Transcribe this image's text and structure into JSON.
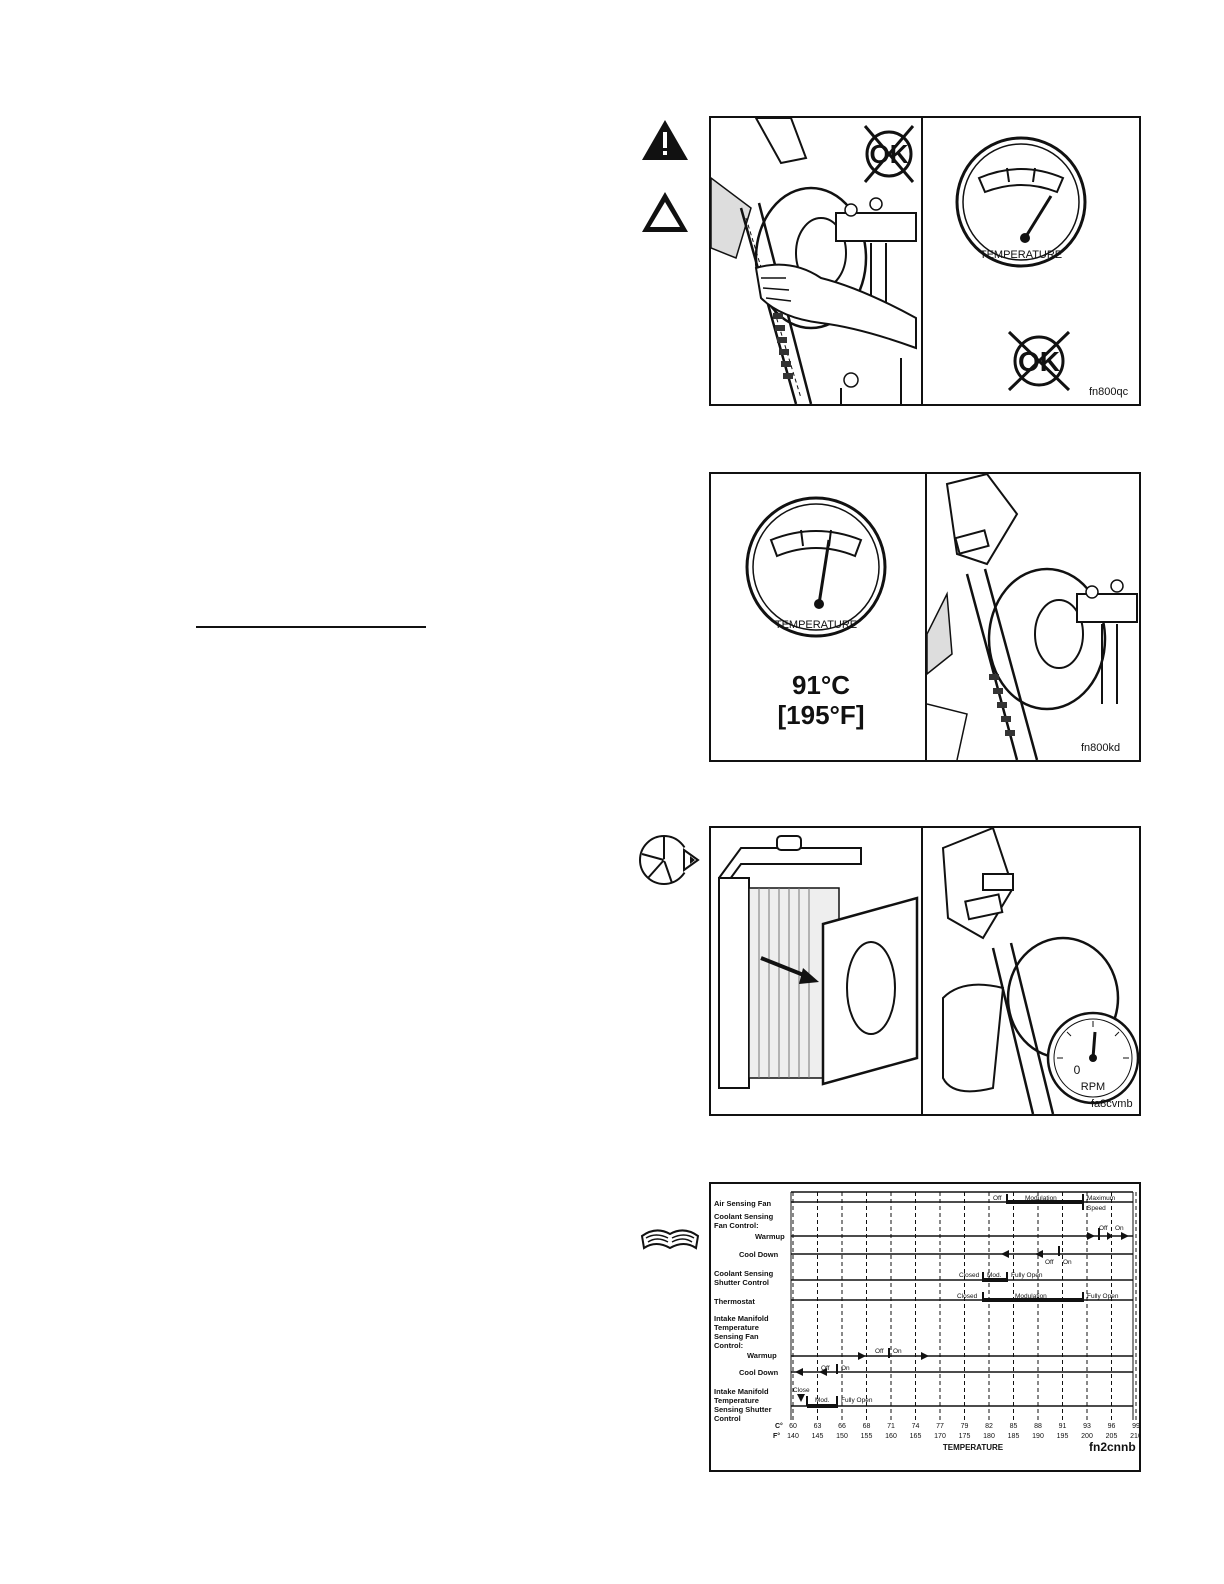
{
  "icons": {
    "warning_filled": "warning-triangle-filled-icon",
    "caution_outline": "caution-triangle-outline-icon",
    "service_interval": "service-interval-pie-icon",
    "reference_book": "open-book-icon"
  },
  "figure1": {
    "gauge_label": "TEMPERATURE",
    "not_ok_text": "OK",
    "code": "fn800qc"
  },
  "figure2": {
    "gauge_label": "TEMPERATURE",
    "temp_c": "91°C",
    "temp_f": "[195°F]",
    "code": "fn800kd"
  },
  "figure3": {
    "rpm_value": "0",
    "rpm_label": "RPM",
    "code": "fa8cvmb"
  },
  "figure4": {
    "code": "fn2cnnb",
    "row_labels": {
      "air_fan": "Air Sensing Fan",
      "cs_fan_1": "Coolant Sensing",
      "cs_fan_2": "Fan Control:",
      "warmup1": "Warmup",
      "cooldown1": "Cool Down",
      "cs_shutter_1": "Coolant Sensing",
      "cs_shutter_2": "Shutter Control",
      "thermostat": "Thermostat",
      "im_fan_1": "Intake Manifold",
      "im_fan_2": "Temperature",
      "im_fan_3": "Sensing Fan",
      "im_fan_4": "Control:",
      "warmup2": "Warmup",
      "cooldown2": "Cool Down",
      "im_sh_1": "Intake Manifold",
      "im_sh_2": "Temperature",
      "im_sh_3": "Sensing Shutter",
      "im_sh_4": "Control"
    },
    "state_labels": {
      "off": "Off",
      "on": "On",
      "modulation": "Modulation",
      "maximum": "Maximum",
      "speed": "Speed",
      "closed": "Closed",
      "mod": "Mod.",
      "fully_open": "Fully Open",
      "close": "Close"
    },
    "c_prefix": "C°",
    "f_prefix": "F°",
    "c_ticks": [
      "60",
      "63",
      "66",
      "68",
      "71",
      "74",
      "77",
      "79",
      "82",
      "85",
      "88",
      "91",
      "93",
      "96",
      "99"
    ],
    "f_ticks": [
      "140",
      "145",
      "150",
      "155",
      "160",
      "165",
      "170",
      "175",
      "180",
      "185",
      "190",
      "195",
      "200",
      "205",
      "210"
    ],
    "axis_label": "TEMPERATURE"
  }
}
